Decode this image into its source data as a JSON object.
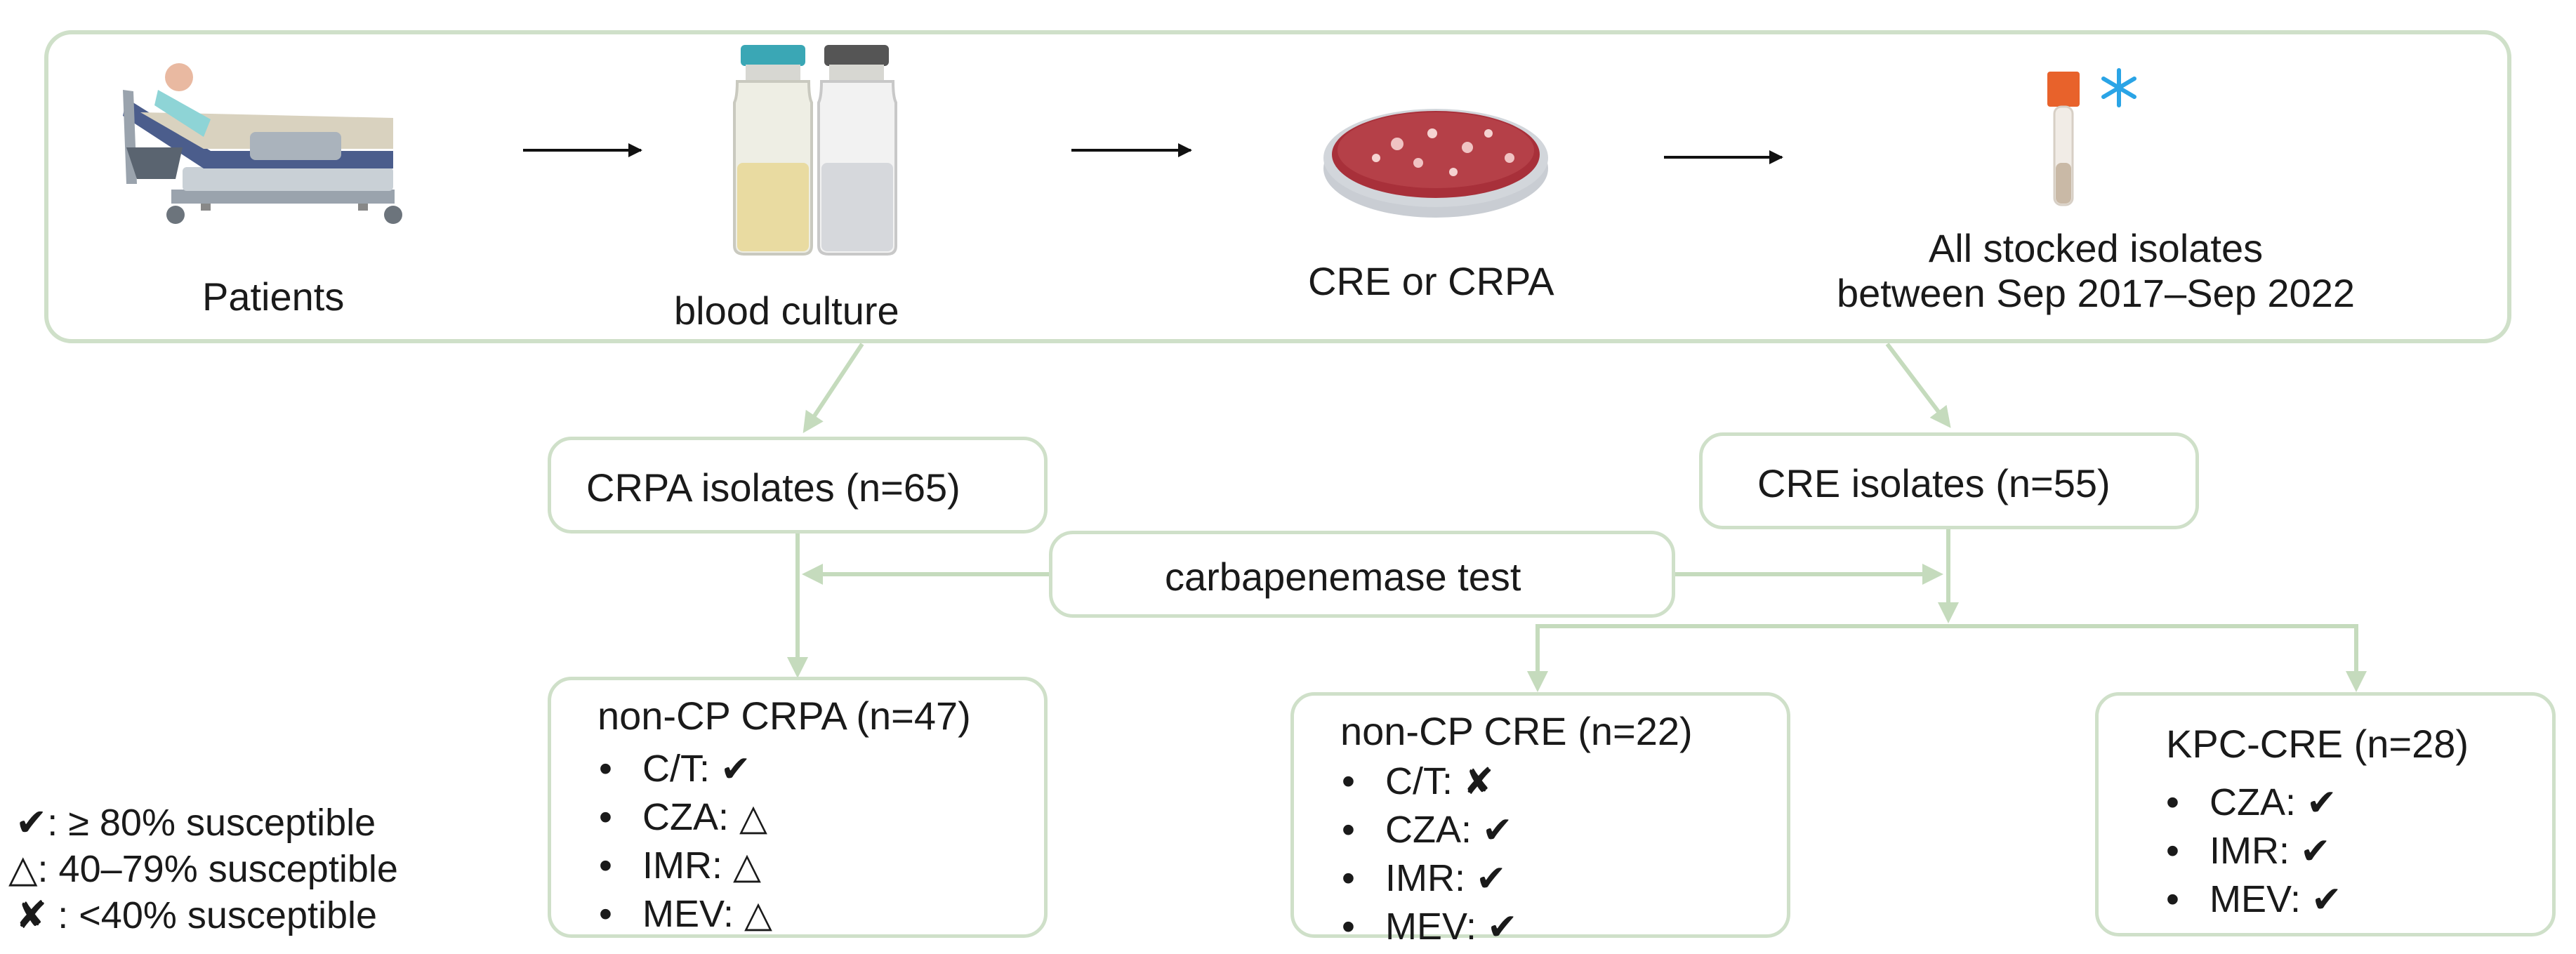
{
  "top_stages": {
    "patients": "Patients",
    "blood_culture": "blood culture",
    "cre_or_crpa": "CRE or CRPA",
    "stocked_line1": "All stocked isolates",
    "stocked_line2": "between Sep 2017–Sep 2022"
  },
  "crpa_box": {
    "label": "CRPA isolates (n=65)"
  },
  "cre_box": {
    "label": "CRE isolates (n=55)"
  },
  "test_box": {
    "label": "carbapenemase test"
  },
  "noncp_crpa": {
    "title": "non-CP CRPA (n=47)",
    "items": [
      {
        "drug": "C/T:",
        "symbol": "✔"
      },
      {
        "drug": "CZA:",
        "symbol": "△"
      },
      {
        "drug": "IMR:",
        "symbol": "△"
      },
      {
        "drug": "MEV:",
        "symbol": "△"
      }
    ]
  },
  "noncp_cre": {
    "title": "non-CP CRE (n=22)",
    "items": [
      {
        "drug": "C/T:",
        "symbol": "✘"
      },
      {
        "drug": "CZA:",
        "symbol": "✔"
      },
      {
        "drug": "IMR:",
        "symbol": "✔"
      },
      {
        "drug": "MEV:",
        "symbol": "✔"
      }
    ]
  },
  "kpc_cre": {
    "title": "KPC-CRE (n=28)",
    "items": [
      {
        "drug": "CZA:",
        "symbol": "✔"
      },
      {
        "drug": "IMR:",
        "symbol": "✔"
      },
      {
        "drug": "MEV:",
        "symbol": "✔"
      }
    ]
  },
  "legend": [
    {
      "symbol": "✔",
      "text": ": ≥ 80% susceptible"
    },
    {
      "symbol": "△",
      "text": ": 40–79% susceptible"
    },
    {
      "symbol": "✘",
      "text": " : <40% susceptible"
    }
  ],
  "colors": {
    "box_border": "#cfe0c9",
    "connector": "#c5dbbd",
    "arrow_black": "#111111",
    "vial_cap_teal": "#3aa7b5",
    "petri_red": "#a8303a",
    "snow_blue": "#2aa4e6",
    "tube_orange": "#e8622b"
  },
  "icons": [
    "hospital-bed-icon",
    "blood-culture-vials-icon",
    "petri-dish-icon",
    "frozen-tube-icon",
    "snowflake-icon"
  ]
}
